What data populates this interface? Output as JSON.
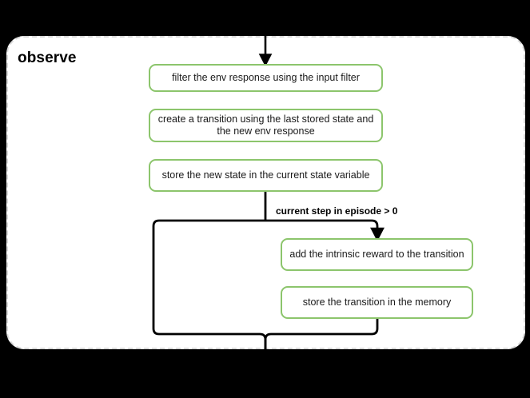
{
  "diagram": {
    "type": "flowchart",
    "group_title": "observe",
    "background_color": "#000000",
    "group_background_color": "#ffffff",
    "group_border_color": "#d9d9d9",
    "node_border_color": "#8cc56c",
    "edge_color": "#000000",
    "nodes": [
      {
        "id": "filter-env-response",
        "label": "filter the env response using the input filter"
      },
      {
        "id": "create-transition",
        "label": "create a transition using the last stored state and the new env response"
      },
      {
        "id": "store-new-state",
        "label": "store the new state in the current state variable"
      },
      {
        "id": "add-intrinsic-reward",
        "label": "add the intrinsic reward to the transition"
      },
      {
        "id": "store-transition",
        "label": "store the transition in the memory"
      }
    ],
    "edge_labels": [
      {
        "id": "condition-current-step",
        "label": "current step in episode > 0"
      }
    ]
  }
}
